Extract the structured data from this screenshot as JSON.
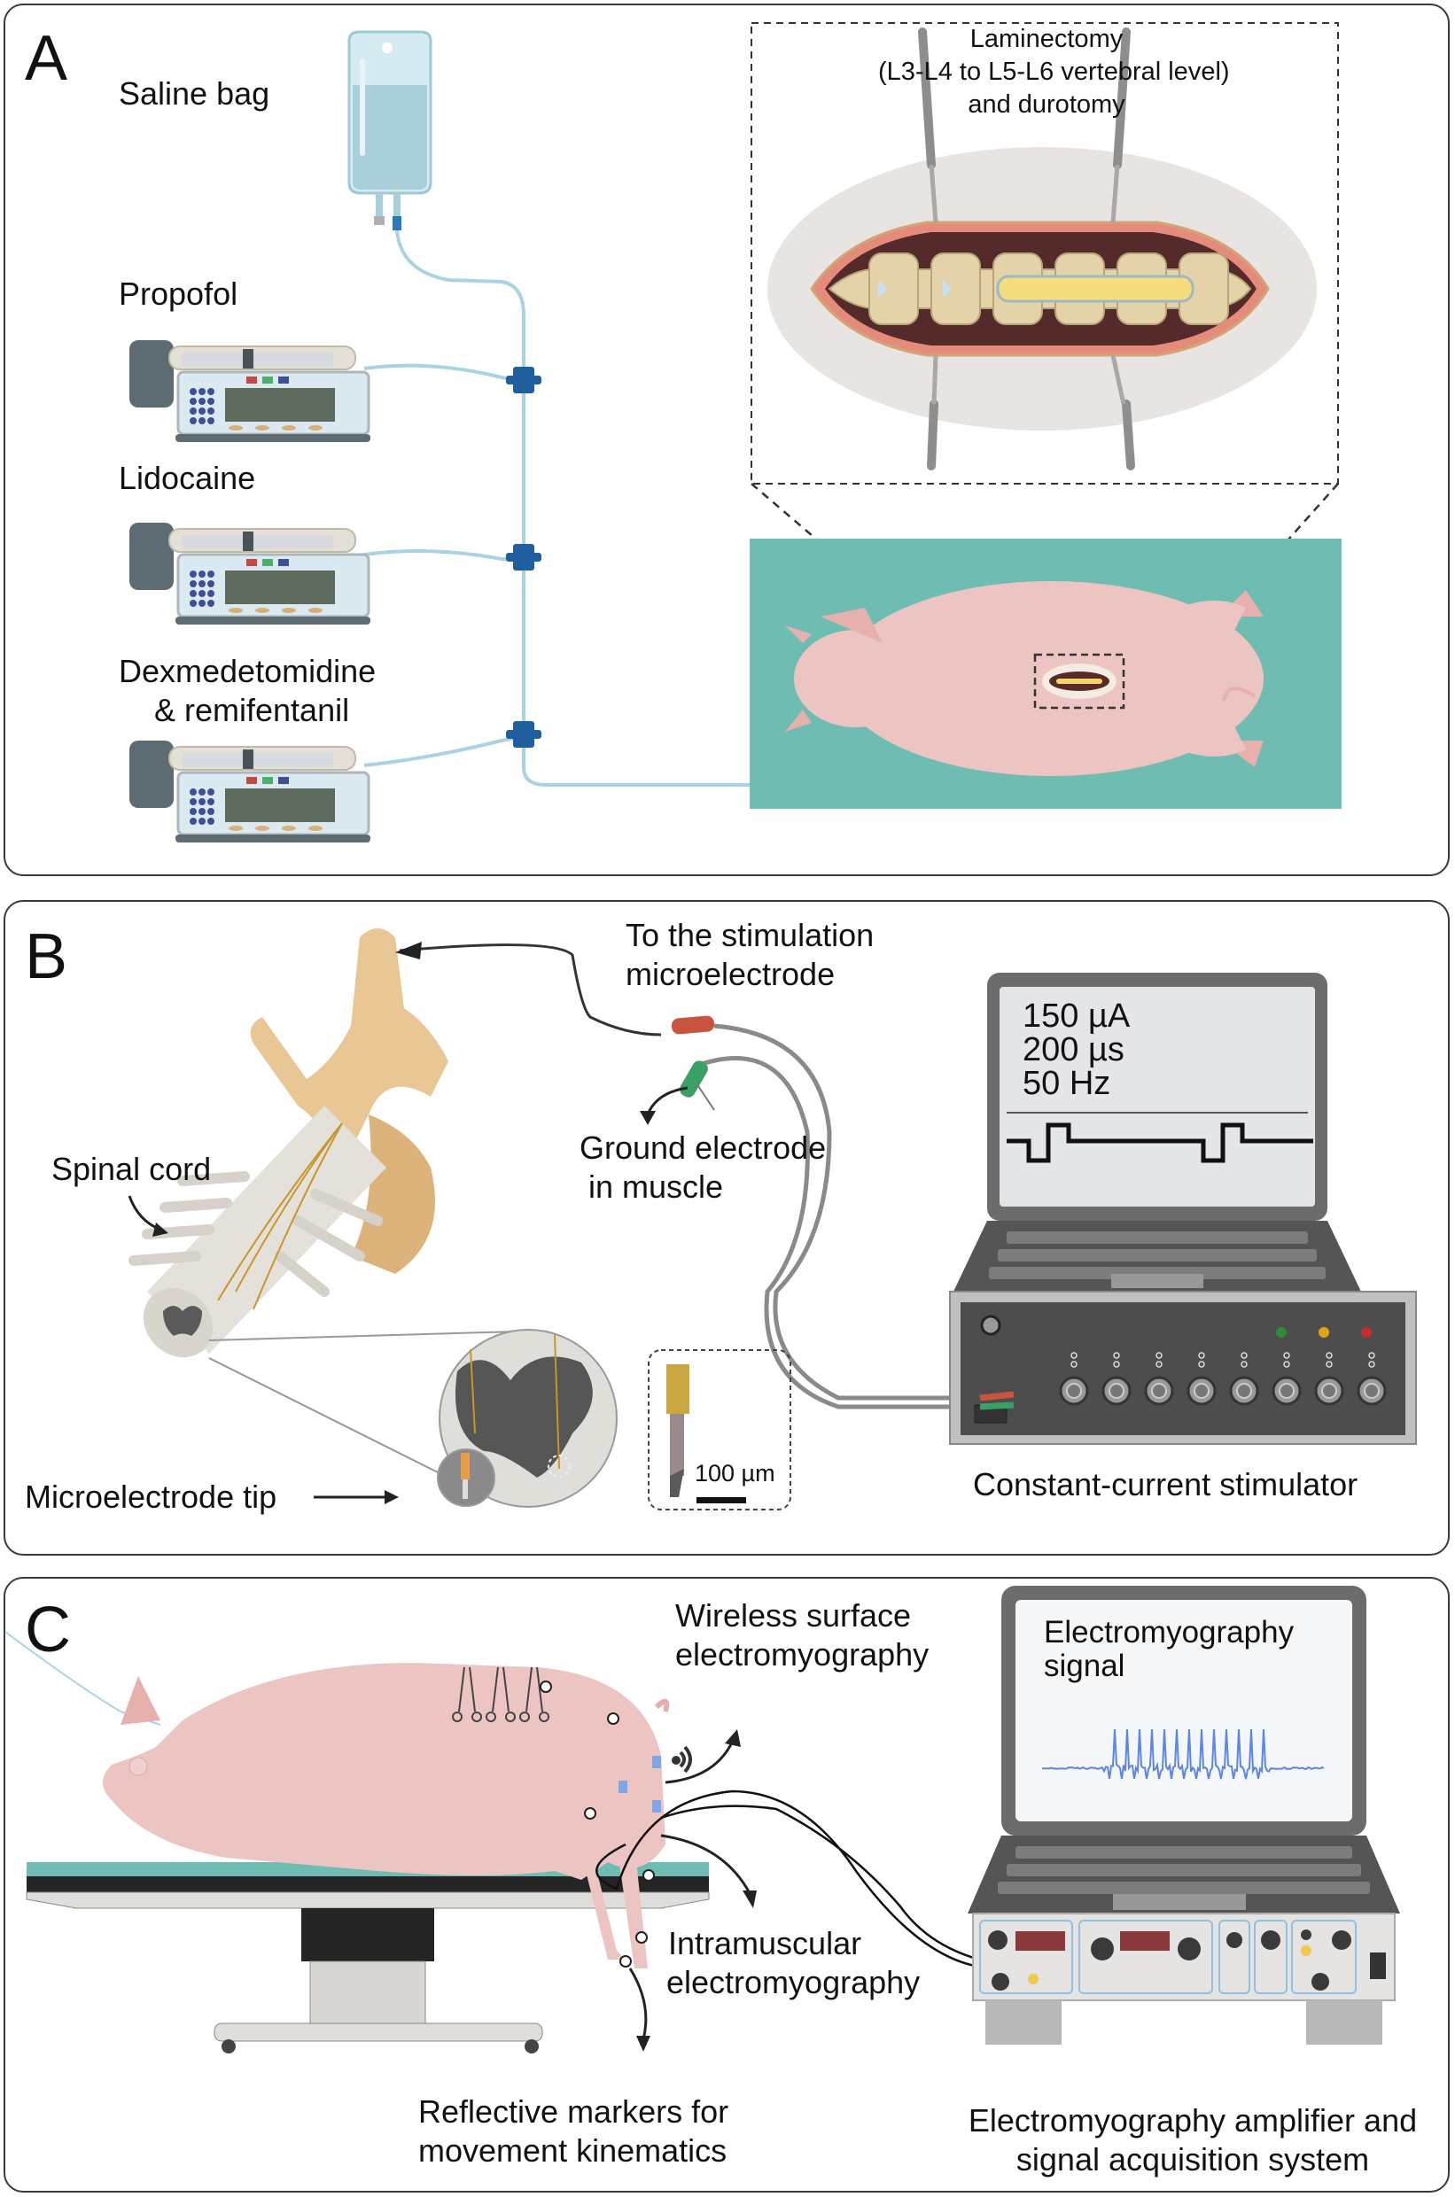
{
  "figure": {
    "panels": [
      {
        "id": "A",
        "label": "A",
        "labels": {
          "saline_bag": "Saline bag",
          "propofol": "Propofol",
          "lidocaine": "Lidocaine",
          "dex_line1": "Dexmedetomidine",
          "dex_line2": "& remifentanil",
          "lami_line1": "Laminectomy",
          "lami_line2": "(L3-L4 to L5-L6 vertebral level)",
          "lami_line3": "and durotomy"
        },
        "colors": {
          "drape": "#6fbcb3",
          "pig": "#ecc4c2",
          "iv_line": "#a9d3e2"
        }
      },
      {
        "id": "B",
        "label": "B",
        "labels": {
          "stim_line1": "To the stimulation",
          "stim_line2": "microelectrode",
          "ground_line1": "Ground electrode",
          "ground_line2": "in muscle",
          "spinal_cord": "Spinal cord",
          "microelectrode_tip": "Microelectrode tip",
          "scale_bar": "100 µm",
          "stimulator": "Constant-current stimulator"
        },
        "screen": {
          "current": "150 µA",
          "pulse_width": "200 µs",
          "frequency": "50 Hz"
        },
        "indicator_colors": [
          "#2e8b3e",
          "#e0a516",
          "#c0302e"
        ],
        "channel_count": 8
      },
      {
        "id": "C",
        "label": "C",
        "labels": {
          "wireless_line1": "Wireless surface",
          "wireless_line2": "electromyography",
          "intra_line1": "Intramuscular",
          "intra_line2": "electromyography",
          "markers_line1": "Reflective markers for",
          "markers_line2": "movement kinematics",
          "amp_line1": "Electromyography amplifier and",
          "amp_line2": "signal acquisition system"
        },
        "screen": {
          "title_line1": "Electromyography",
          "title_line2": "signal"
        },
        "colors": {
          "emg_trace": "#5b86e5",
          "amp_display": "#8a3a3a"
        }
      }
    ]
  }
}
